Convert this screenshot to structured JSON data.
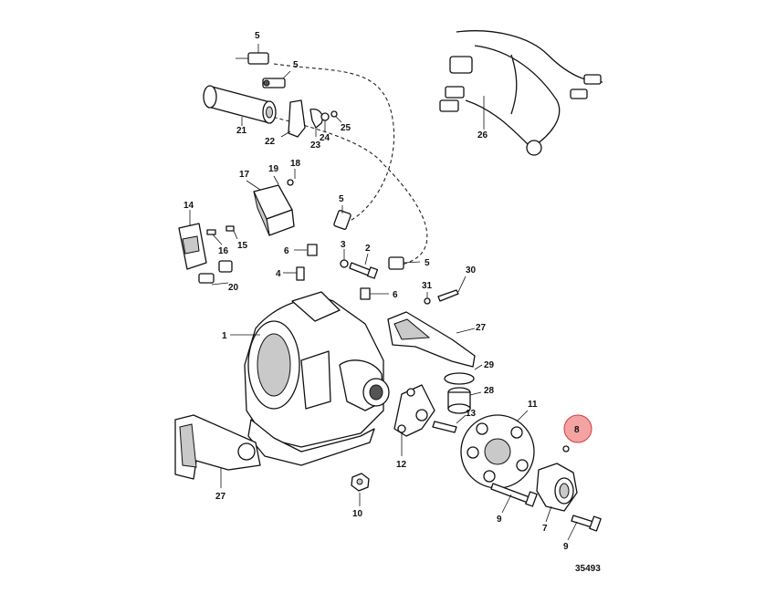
{
  "diagram": {
    "figure_number": "35493",
    "highlight_color": "#f4a3a3",
    "highlight_stroke": "#d23b3b",
    "callouts": {
      "c1": "1",
      "c2": "2",
      "c3": "3",
      "c4": "4",
      "c5a": "5",
      "c5b": "5",
      "c5c": "5",
      "c5d": "5",
      "c6a": "6",
      "c6b": "6",
      "c7": "7",
      "c8": "8",
      "c9a": "9",
      "c9b": "9",
      "c10": "10",
      "c11": "11",
      "c12": "12",
      "c13": "13",
      "c14": "14",
      "c15": "15",
      "c16": "16",
      "c17": "17",
      "c18": "18",
      "c19": "19",
      "c20": "20",
      "c21": "21",
      "c22": "22",
      "c23": "23",
      "c24": "24",
      "c25": "25",
      "c26": "26",
      "c27a": "27",
      "c27b": "27",
      "c28": "28",
      "c29": "29",
      "c30": "30",
      "c31": "31"
    },
    "highlighted_callout": "8"
  }
}
